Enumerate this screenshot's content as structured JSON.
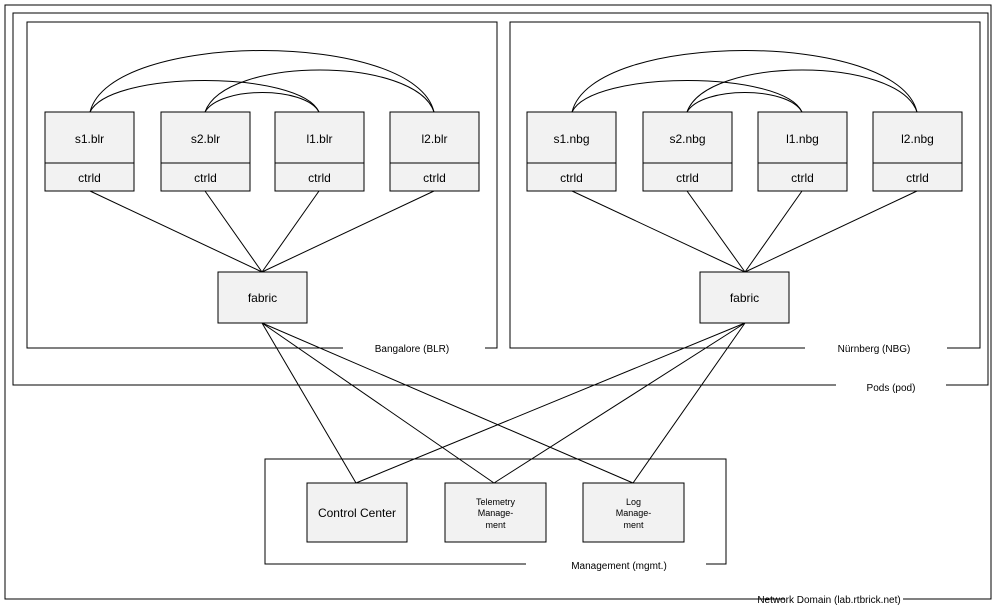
{
  "domains": {
    "network": {
      "label": "Network Domain (lab.rtbrick.net)"
    },
    "pods": {
      "label": "Pods (pod)"
    },
    "management": {
      "label": "Management (mgmt.)"
    }
  },
  "pods": [
    {
      "label": "Bangalore (BLR)",
      "switches": [
        {
          "name": "s1.blr",
          "ctrl": "ctrld"
        },
        {
          "name": "s2.blr",
          "ctrl": "ctrld"
        },
        {
          "name": "l1.blr",
          "ctrl": "ctrld"
        },
        {
          "name": "l2.blr",
          "ctrl": "ctrld"
        }
      ],
      "fabric": "fabric"
    },
    {
      "label": "Nürnberg (NBG)",
      "switches": [
        {
          "name": "s1.nbg",
          "ctrl": "ctrld"
        },
        {
          "name": "s2.nbg",
          "ctrl": "ctrld"
        },
        {
          "name": "l1.nbg",
          "ctrl": "ctrld"
        },
        {
          "name": "l2.nbg",
          "ctrl": "ctrld"
        }
      ],
      "fabric": "fabric"
    }
  ],
  "management_nodes": [
    {
      "lines": [
        "Control Center"
      ]
    },
    {
      "lines": [
        "Telemetry",
        "Manage-",
        "ment"
      ]
    },
    {
      "lines": [
        "Log",
        "Manage-",
        "ment"
      ]
    }
  ],
  "colors": {
    "node_fill": "#f2f2f2",
    "stroke": "#000000"
  }
}
